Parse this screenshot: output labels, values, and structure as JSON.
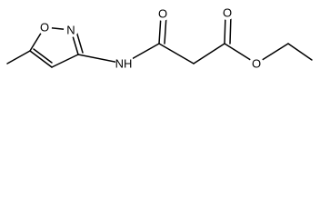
{
  "molecule": {
    "atoms": {
      "ring_oxygen": "O",
      "ring_nitrogen": "N",
      "amide_nitrogen": "NH",
      "amide_oxygen": "O",
      "ester_carbonyl_oxygen": "O",
      "ester_oxygen": "O"
    },
    "colors": {
      "bond": "#000000",
      "text": "#000000",
      "background": "#ffffff"
    }
  }
}
